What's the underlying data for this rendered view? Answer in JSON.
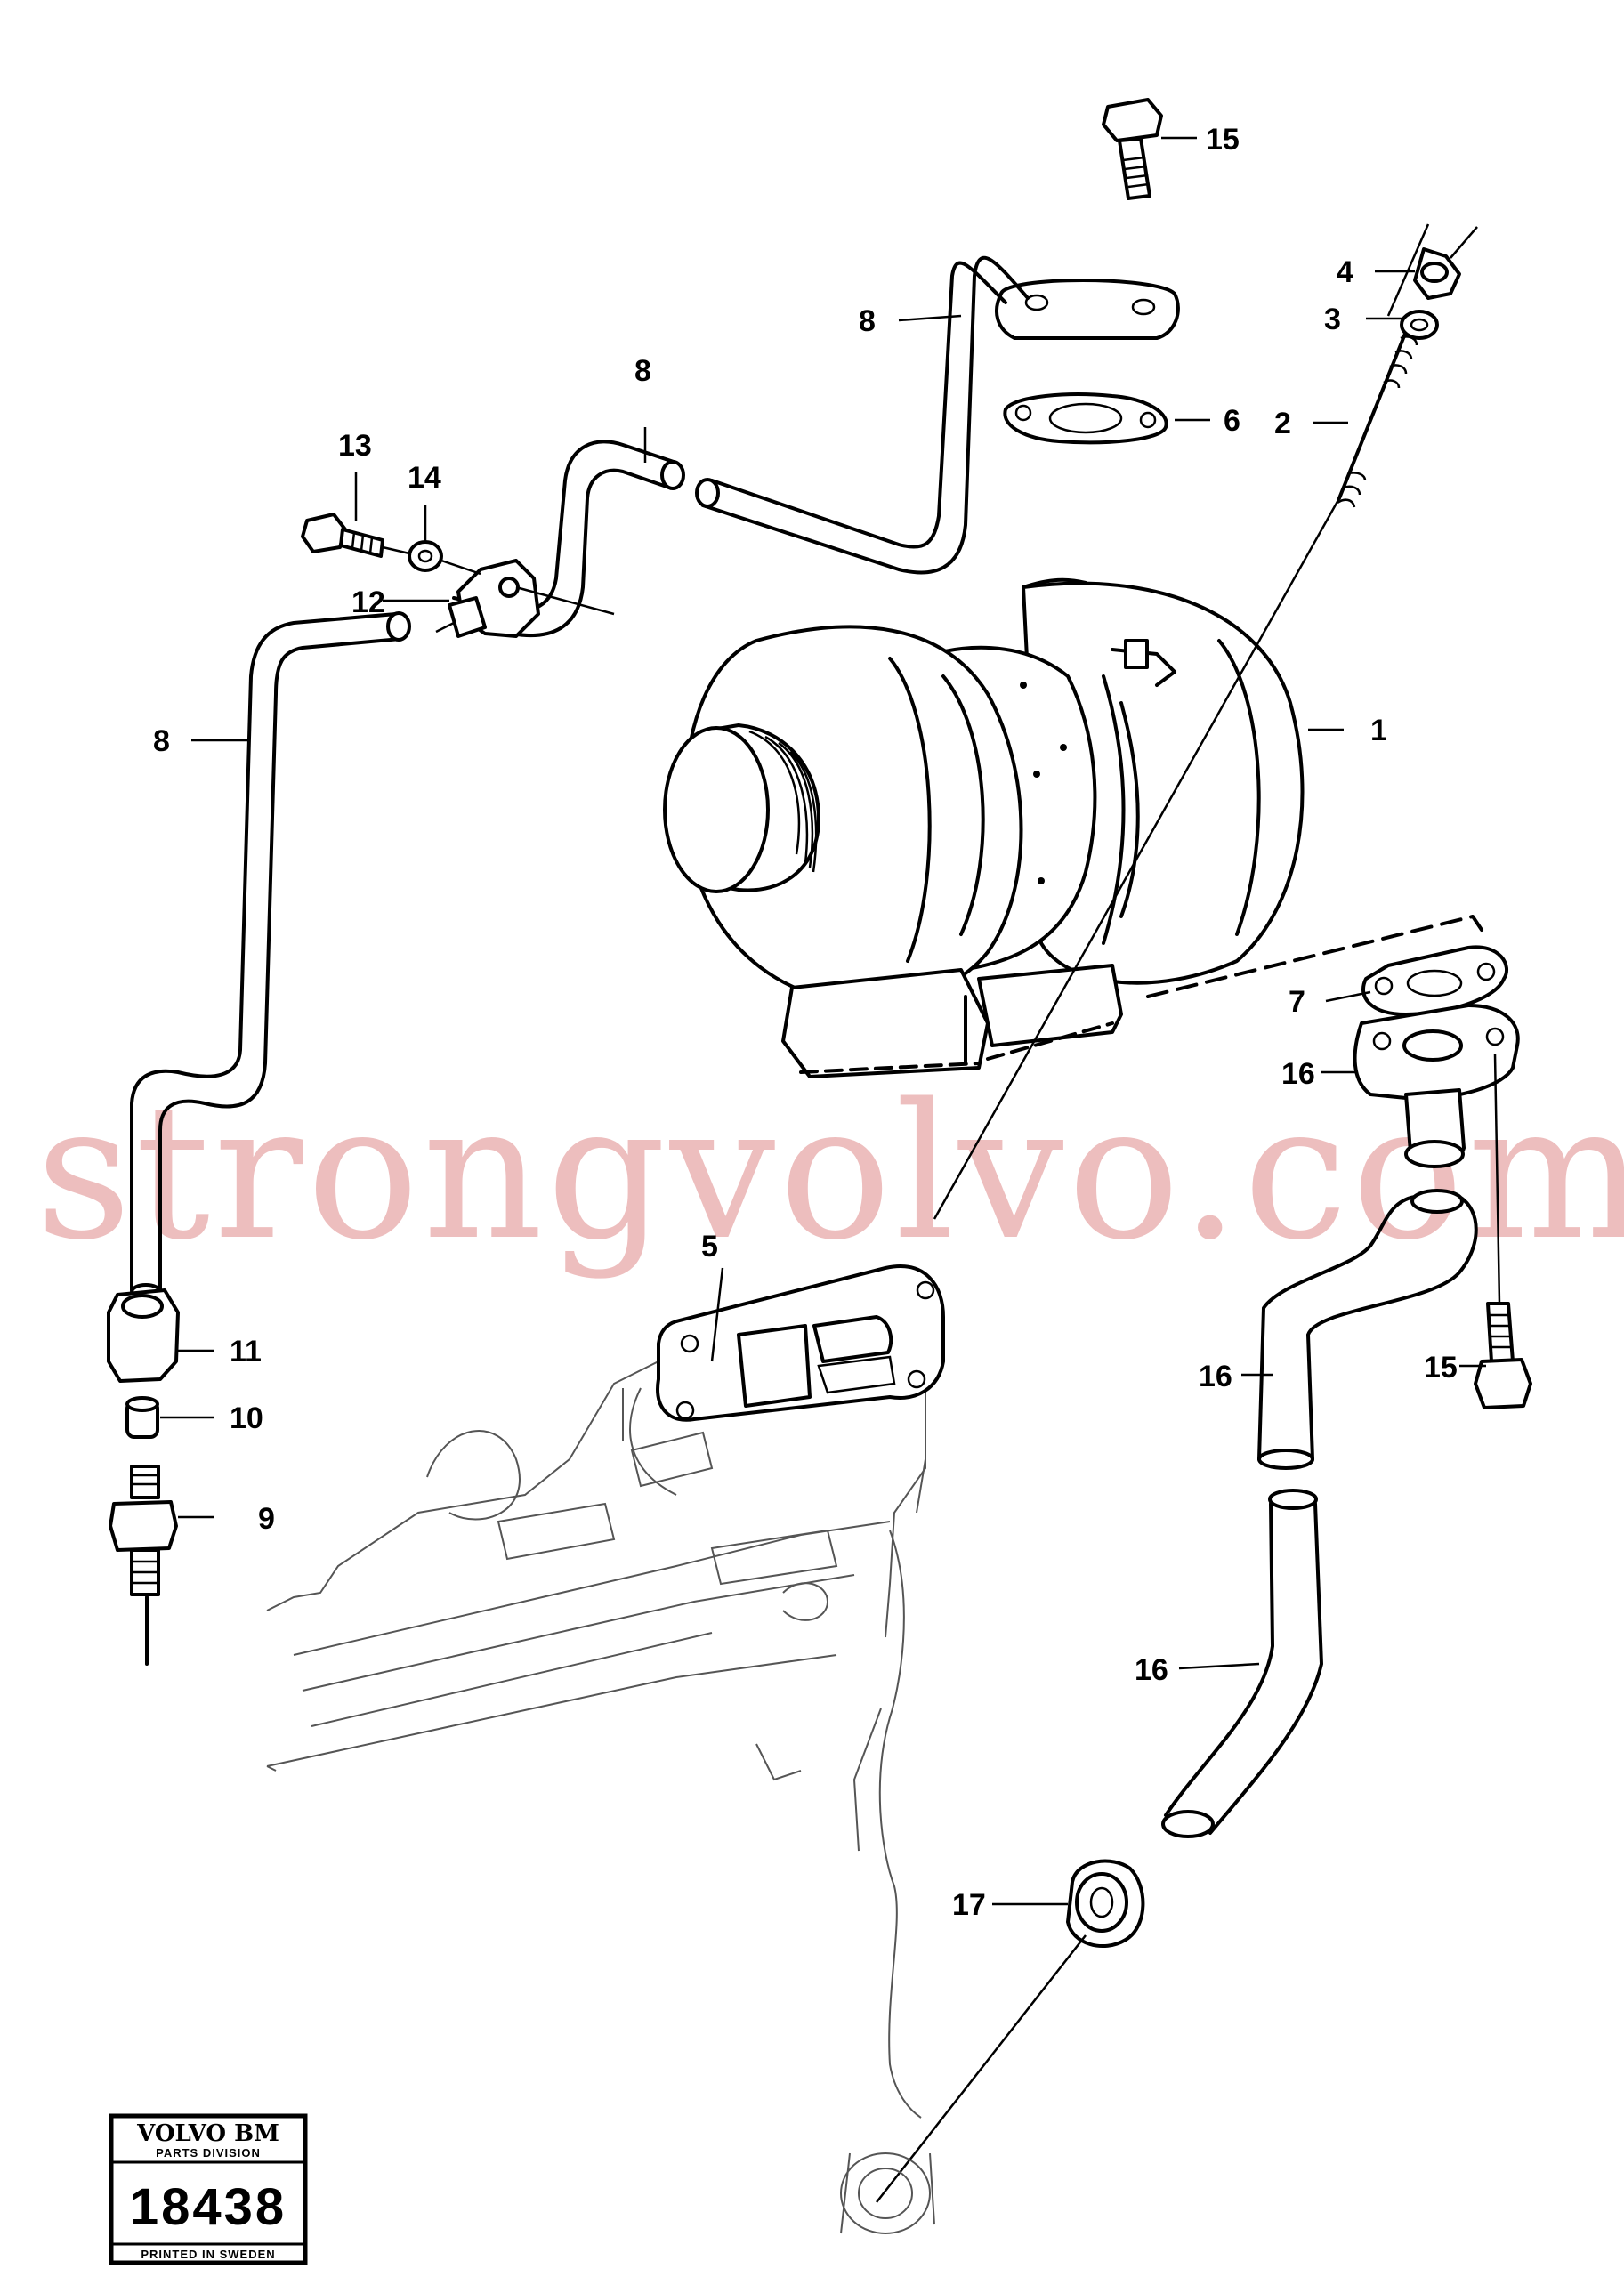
{
  "badge": {
    "brand": "VOLVO BM",
    "division": "PARTS DIVISION",
    "number": "18438",
    "printed": "PRINTED IN SWEDEN"
  },
  "watermark": "strongvolvo.com",
  "callouts": {
    "p1": "1",
    "p2": "2",
    "p3": "3",
    "p4": "4",
    "p5": "5",
    "p6": "6",
    "p7": "7",
    "p8a": "8",
    "p8b": "8",
    "p8c": "8",
    "p9": "9",
    "p10": "10",
    "p11": "11",
    "p12": "12",
    "p13": "13",
    "p14": "14",
    "p15a": "15",
    "p15b": "15",
    "p16a": "16",
    "p16b": "16",
    "p16c": "16",
    "p17": "17"
  }
}
